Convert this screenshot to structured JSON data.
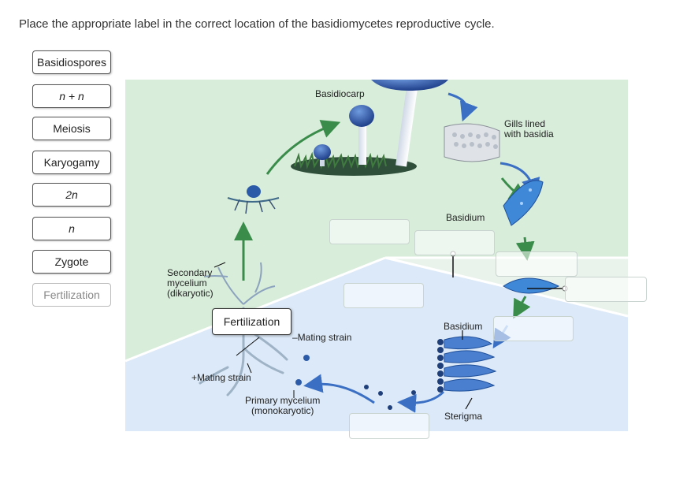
{
  "instruction": "Place the appropriate label in the correct location of the basidiomycetes reproductive cycle.",
  "labels": [
    {
      "text": "Basidiospores",
      "state": "available"
    },
    {
      "text": "n + n",
      "state": "available"
    },
    {
      "text": "Meiosis",
      "state": "available"
    },
    {
      "text": "Karyogamy",
      "state": "available"
    },
    {
      "text": "2n",
      "state": "available"
    },
    {
      "text": "n",
      "state": "available"
    },
    {
      "text": "Zygote",
      "state": "available"
    },
    {
      "text": "Fertilization",
      "state": "used"
    }
  ],
  "diagram": {
    "basidiocarp": "Basidiocarp",
    "gills_line1": "Gills lined",
    "gills_line2": "with basidia",
    "basidium_upper": "Basidium",
    "basidium_lower": "Basidium",
    "secondary_line1": "Secondary",
    "secondary_line2": "mycelium",
    "secondary_line3": "(dikaryotic)",
    "minus_mating": "–Mating strain",
    "plus_mating": "+Mating strain",
    "primary_line1": "Primary mycelium",
    "primary_line2": "(monokaryotic)",
    "sterigma": "Sterigma",
    "placed_label": "Fertilization"
  },
  "colors": {
    "green_region": "#d9eddb",
    "blue_region": "#dce9f8",
    "pale_region": "#e9f3ec",
    "arrow_green": "#3a8c4a",
    "arrow_blue": "#3a6fc4",
    "fungus_blue": "#2f5fb8"
  }
}
